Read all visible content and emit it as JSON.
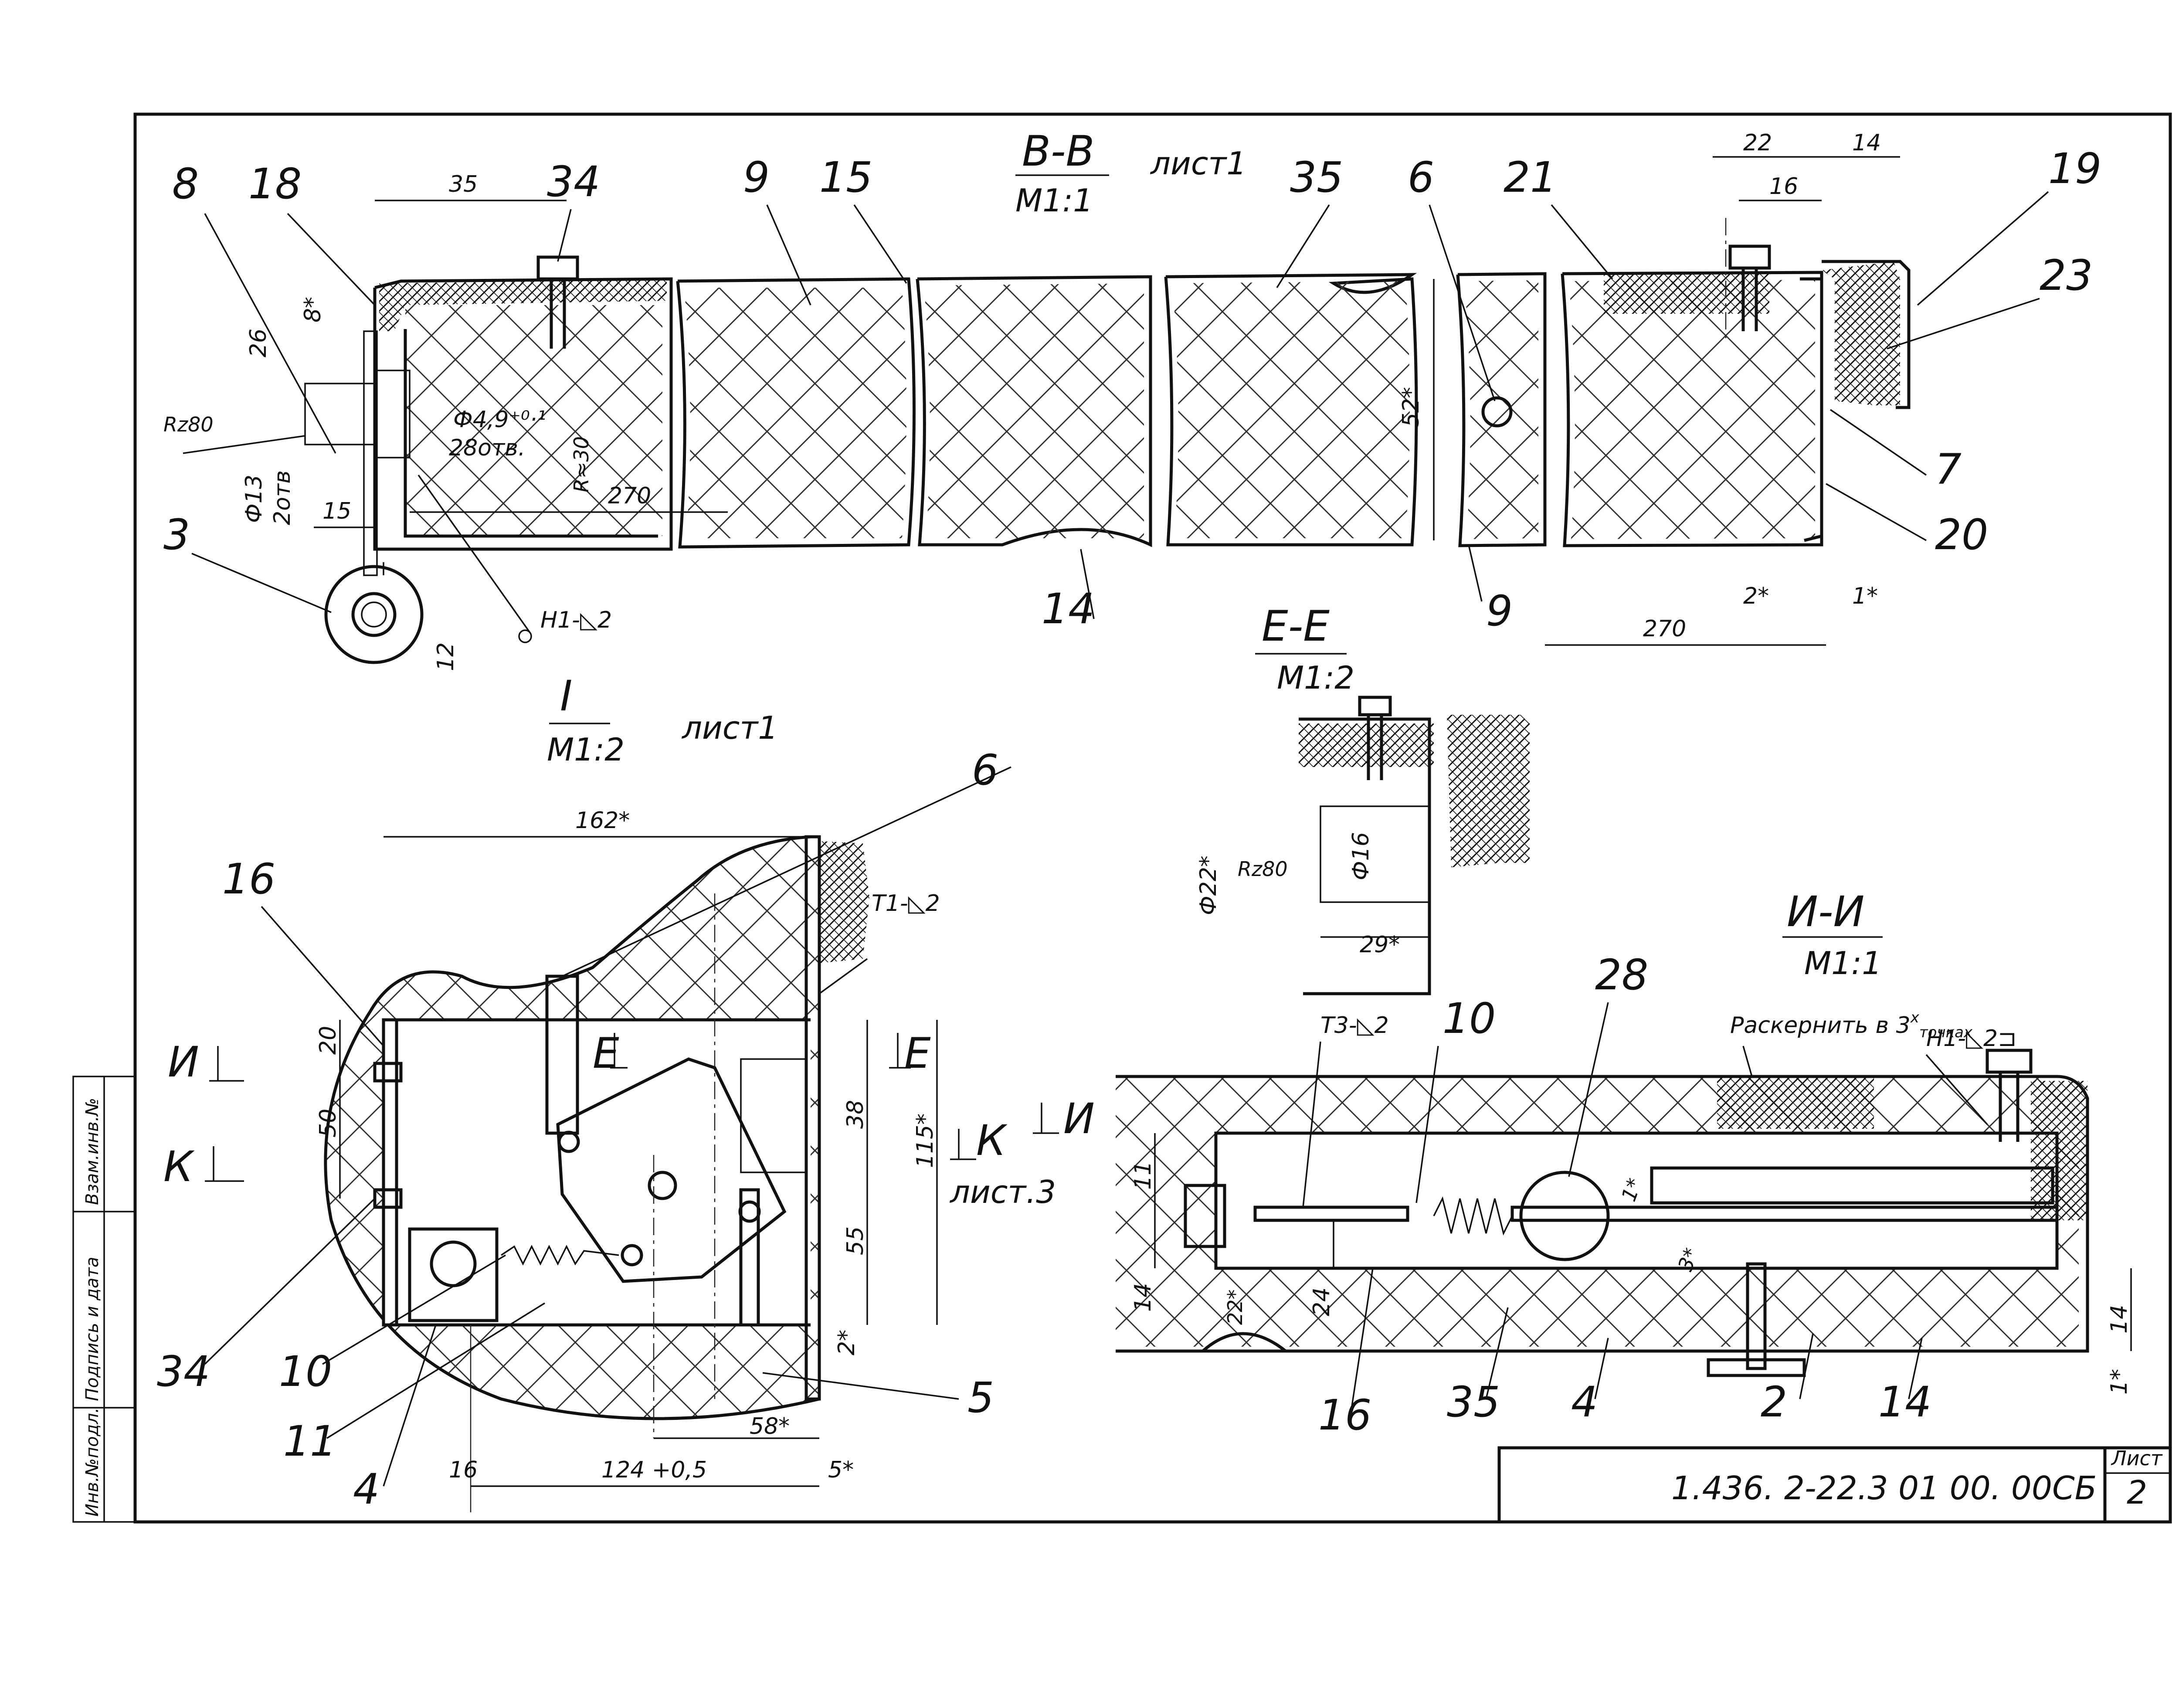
{
  "views": {
    "bb": {
      "title": "В-В",
      "scale": "М1:1",
      "sheet": "лист1"
    },
    "ee": {
      "title": "Е-Е",
      "scale": "М1:2"
    },
    "i": {
      "title": "I",
      "scale": "М1:2",
      "sheet": "лист1"
    },
    "ii": {
      "title": "И-И",
      "scale": "М1:1"
    }
  },
  "callouts": {
    "bb": [
      "8",
      "18",
      "34",
      "9",
      "15",
      "35",
      "6",
      "21",
      "19",
      "23",
      "7",
      "20",
      "3",
      "14",
      "9"
    ],
    "i": [
      "6",
      "16",
      "34",
      "10",
      "11",
      "4",
      "5"
    ],
    "ii": [
      "10",
      "28",
      "16",
      "35",
      "4",
      "2",
      "14"
    ]
  },
  "dims": {
    "bb": [
      "35",
      "26",
      "8*",
      "Rz80",
      "Ф4,9⁺⁰·¹",
      "28отв.",
      "R≈30",
      "270",
      "Ф13",
      "2отв",
      "15",
      "12",
      "52*",
      "22",
      "16",
      "14",
      "270",
      "2*",
      "1*"
    ],
    "ee": [
      "Ф22*",
      "Rz80",
      "Ф16",
      "29*"
    ],
    "i": [
      "162*",
      "20",
      "50",
      "38",
      "115*",
      "55",
      "2*",
      "58*",
      "124 +0,5",
      "16",
      "5*"
    ],
    "ii": [
      "11",
      "14",
      "22*",
      "24",
      "1*",
      "3*",
      "14",
      "1*"
    ]
  },
  "welds": {
    "h1_bb": "Н1-◺2",
    "t1": "Т1-◺2",
    "t3": "Т3-◺2",
    "h1_ii": "Н1-◺2⊐"
  },
  "notes": {
    "punch": "Раскернить в 3",
    "punch_sup": "х",
    "punch_sub": "точках"
  },
  "section_marks": {
    "i_left": "И",
    "k_left": "К",
    "e": "Е",
    "e2": "Е",
    "k_right": "К",
    "i_right": "И",
    "sheet3": "лист.3"
  },
  "title_block": {
    "code": "1.436. 2-22.3 01 00. 00СБ",
    "sheet_label": "Лист",
    "sheet_no": "2"
  },
  "side_stamp": [
    "Инв.№подл.",
    "Подпись и дата",
    "Взам.инв.№"
  ]
}
